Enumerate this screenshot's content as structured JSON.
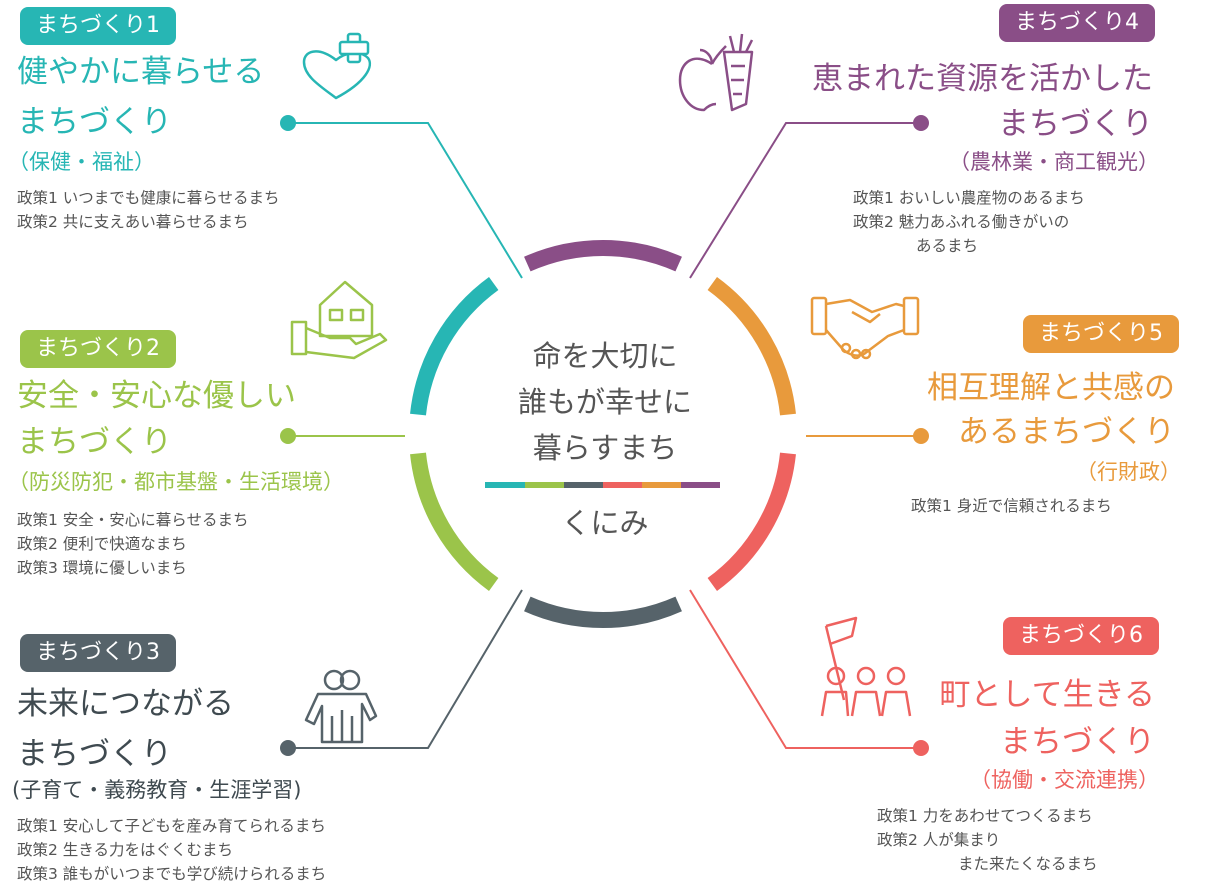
{
  "center": {
    "lines": [
      "命を大切に",
      "誰もが幸せに",
      "暮らすまち"
    ],
    "name": "くにみ"
  },
  "colors": {
    "teal": "#27b6b4",
    "green": "#9bc44a",
    "gray": "#56636a",
    "purple": "#8a4e87",
    "orange": "#e89a3c",
    "red": "#ee625f"
  },
  "items": [
    {
      "tag": "まちづくり1",
      "title_lines": [
        "健やかに暮らせる",
        "まちづくり"
      ],
      "subtitle": "（保健・福祉）",
      "policies": [
        "政策1  いつまでも健康に暮らせるまち",
        "政策2  共に支えあい暮らせるまち"
      ],
      "icon": "heart-plus-icon"
    },
    {
      "tag": "まちづくり2",
      "title_lines": [
        "安全・安心な優しい",
        "まちづくり"
      ],
      "subtitle": "（防災防犯・都市基盤・生活環境）",
      "policies": [
        "政策1  安全・安心に暮らせるまち",
        "政策2  便利で快適なまち",
        "政策3  環境に優しいまち"
      ],
      "icon": "hand-house-icon"
    },
    {
      "tag": "まちづくり3",
      "title_lines": [
        "未来につながる",
        "まちづくり"
      ],
      "subtitle": "(子育て・義務教育・生涯学習)",
      "policies": [
        "政策1  安心して子どもを産み育てられるまち",
        "政策2  生きる力をはぐくむまち",
        "政策3  誰もがいつまでも学び続けられるまち"
      ],
      "icon": "parent-child-icon"
    },
    {
      "tag": "まちづくり4",
      "title_lines": [
        "恵まれた資源を活かした",
        "まちづくり"
      ],
      "subtitle": "（農林業・商工観光）",
      "policies": [
        "政策1  おいしい農産物のあるまち",
        "政策2  魅力あふれる働きがいの",
        "あるまち"
      ],
      "icon": "apple-carrot-icon"
    },
    {
      "tag": "まちづくり5",
      "title_lines": [
        "相互理解と共感の",
        "あるまちづくり"
      ],
      "subtitle": "（行財政）",
      "policies": [
        "政策1  身近で信頼されるまち"
      ],
      "icon": "handshake-icon"
    },
    {
      "tag": "まちづくり6",
      "title_lines": [
        "町として生きる",
        "まちづくり"
      ],
      "subtitle": "（協働・交流連携）",
      "policies": [
        "政策1  力をあわせてつくるまち",
        "政策2  人が集まり",
        "また来たくなるまち"
      ],
      "icon": "people-flag-icon"
    }
  ]
}
